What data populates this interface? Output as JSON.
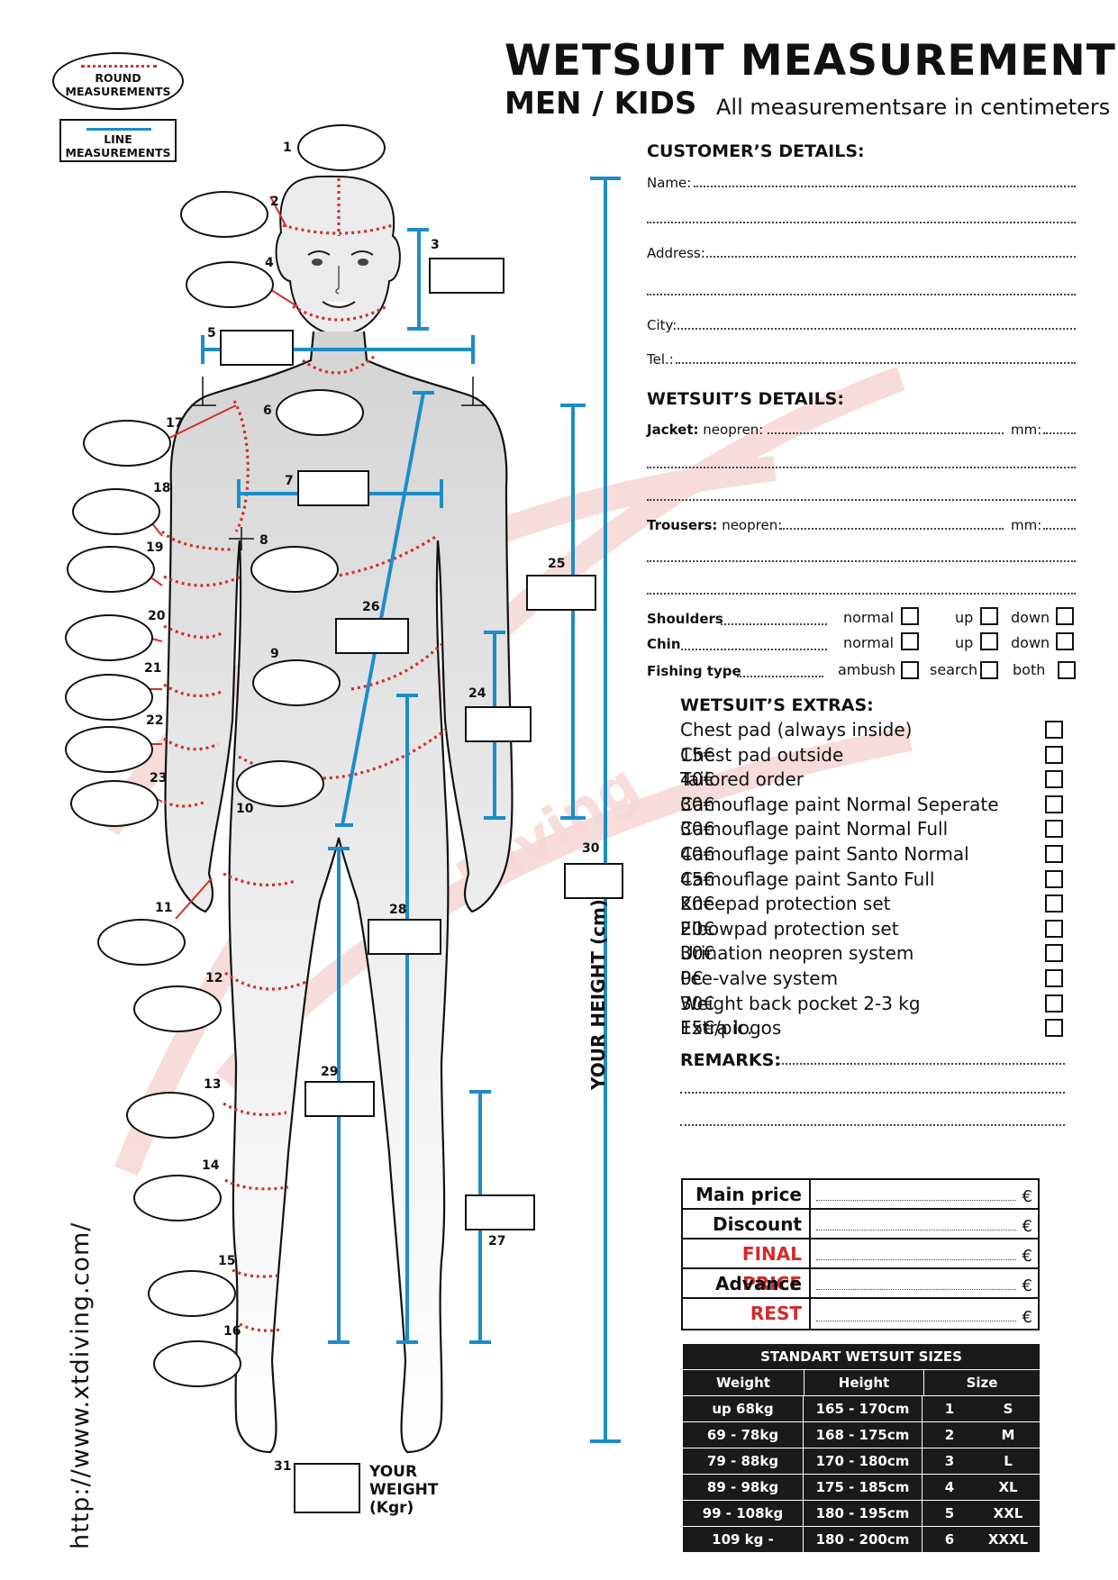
{
  "header": {
    "title": "WETSUIT MEASUREMENTS",
    "subtitle": "MEN / KIDS",
    "note": "All measurementsare in centimeters"
  },
  "legend": {
    "round": [
      "ROUND",
      "MEASUREMENTS"
    ],
    "line": [
      "LINE",
      "MEASUREMENTS"
    ]
  },
  "figure_numbers": [
    "1",
    "2",
    "3",
    "4",
    "5",
    "6",
    "7",
    "8",
    "9",
    "10",
    "11",
    "12",
    "13",
    "14",
    "15",
    "16",
    "17",
    "18",
    "19",
    "20",
    "21",
    "22",
    "23",
    "24",
    "25",
    "26",
    "27",
    "28",
    "29",
    "30",
    "31"
  ],
  "height_label": "YOUR HEIGHT (cm)",
  "weight_label": [
    "YOUR",
    "WEIGHT",
    "(Kgr)"
  ],
  "url": "http://www.xtdiving.com/",
  "customer": {
    "heading": "CUSTOMER’S DETAILS:",
    "name": "Name:",
    "address": "Address:",
    "city": "City:",
    "tel": "Tel.:"
  },
  "wetsuit": {
    "heading": "WETSUIT’S DETAILS:",
    "jacket": "Jacket:",
    "neopren": "neopren:",
    "mm": "mm:",
    "trousers": "Trousers:",
    "shoulders": "Shoulders",
    "chin": "Chin",
    "fishing": "Fishing type",
    "opt_normal": "normal",
    "opt_up": "up",
    "opt_down": "down",
    "opt_ambush": "ambush",
    "opt_search": "search",
    "opt_both": "both"
  },
  "extras": {
    "heading": "WETSUIT’S EXTRAS:",
    "items": [
      {
        "label": "Chest pad (always inside)",
        "price": ""
      },
      {
        "label": "Chest pad outside",
        "price": "15€"
      },
      {
        "label": "Tailored order",
        "price": "40€"
      },
      {
        "label": "Camouflage paint Normal Seperate",
        "price": "30€"
      },
      {
        "label": "Camouflage paint Normal Full",
        "price": "30€"
      },
      {
        "label": "Camouflage paint Santo Normal",
        "price": "40€"
      },
      {
        "label": "Camouflage paint Santo Full",
        "price": "45€"
      },
      {
        "label": "Kneepad protection set",
        "price": "20€"
      },
      {
        "label": "Elbowpad protection set",
        "price": "20€"
      },
      {
        "label": "Urination neopren system",
        "price": "30€"
      },
      {
        "label": "Pee-valve system",
        "price": "0€"
      },
      {
        "label": "Weight back pocket 2-3 kg",
        "price": "30€"
      },
      {
        "label": "Extra logos",
        "price": "15€/pic."
      }
    ],
    "remarks": "REMARKS:"
  },
  "prices": {
    "rows": [
      "Main price",
      "Discount",
      "FINAL PRICE",
      "Advance",
      "REST"
    ],
    "currency": "€",
    "red_color": "#d42a2a"
  },
  "sizes": {
    "heading": "STANDART  WETSUIT SIZES",
    "columns": [
      "Weight",
      "Height",
      "Size"
    ],
    "rows": [
      [
        "up 68kg",
        "165 - 170cm",
        "1",
        "S"
      ],
      [
        "69 - 78kg",
        "168 - 175cm",
        "2",
        "M"
      ],
      [
        "79 - 88kg",
        "170 - 180cm",
        "3",
        "L"
      ],
      [
        "89 - 98kg",
        "175 - 185cm",
        "4",
        "XL"
      ],
      [
        "99 - 108kg",
        "180 - 195cm",
        "5",
        "XXL"
      ],
      [
        "109 kg -",
        "180 - 200cm",
        "6",
        "XXXL"
      ]
    ]
  },
  "colors": {
    "line_blue": "#1e8cc8",
    "round_red": "#d0312d",
    "watermark": "#f3c9c9"
  }
}
